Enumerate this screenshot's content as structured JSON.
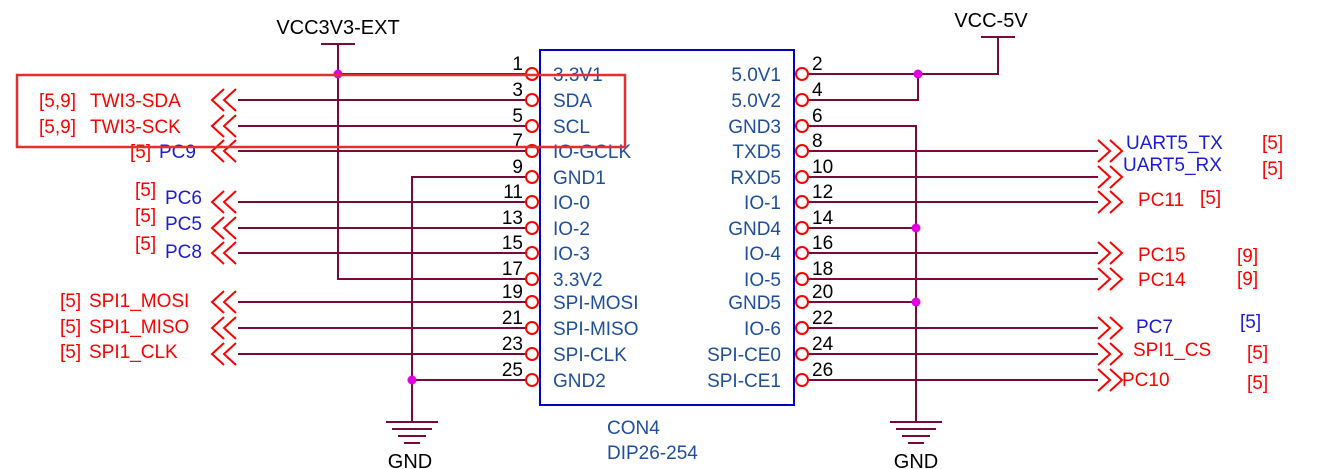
{
  "component": {
    "ref": "CON4",
    "value": "DIP26-254"
  },
  "power": {
    "vcc3v3": "VCC3V3-EXT",
    "vcc5v": "VCC-5V",
    "gnd_left": "GND",
    "gnd_right": "GND"
  },
  "left_pins": [
    {
      "num": "1",
      "name": "3.3V1"
    },
    {
      "num": "3",
      "name": "SDA"
    },
    {
      "num": "5",
      "name": "SCL"
    },
    {
      "num": "7",
      "name": "IO-GCLK"
    },
    {
      "num": "9",
      "name": "GND1"
    },
    {
      "num": "11",
      "name": "IO-0"
    },
    {
      "num": "13",
      "name": "IO-2"
    },
    {
      "num": "15",
      "name": "IO-3"
    },
    {
      "num": "17",
      "name": "3.3V2"
    },
    {
      "num": "19",
      "name": "SPI-MOSI"
    },
    {
      "num": "21",
      "name": "SPI-MISO"
    },
    {
      "num": "23",
      "name": "SPI-CLK"
    },
    {
      "num": "25",
      "name": "GND2"
    }
  ],
  "right_pins": [
    {
      "num": "2",
      "name": "5.0V1"
    },
    {
      "num": "4",
      "name": "5.0V2"
    },
    {
      "num": "6",
      "name": "GND3"
    },
    {
      "num": "8",
      "name": "TXD5"
    },
    {
      "num": "10",
      "name": "RXD5"
    },
    {
      "num": "12",
      "name": "IO-1"
    },
    {
      "num": "14",
      "name": "GND4"
    },
    {
      "num": "16",
      "name": "IO-4"
    },
    {
      "num": "18",
      "name": "IO-5"
    },
    {
      "num": "20",
      "name": "GND5"
    },
    {
      "num": "22",
      "name": "IO-6"
    },
    {
      "num": "24",
      "name": "SPI-CE0"
    },
    {
      "num": "26",
      "name": "SPI-CE1"
    }
  ],
  "left_nets": [
    {
      "ref": "[5,9]",
      "name": "TWI3-SDA",
      "name_color": "#ff0000"
    },
    {
      "ref": "[5,9]",
      "name": "TWI3-SCK",
      "name_color": "#ff0000"
    },
    {
      "ref": "[5]",
      "name": "PC9",
      "name_color": "#1c1cd6"
    },
    {
      "ref": "[5]",
      "name": "PC6",
      "name_color": "#1c1cd6"
    },
    {
      "ref": "[5]",
      "name": "PC5",
      "name_color": "#1c1cd6"
    },
    {
      "ref": "[5]",
      "name": "PC8",
      "name_color": "#1c1cd6"
    },
    {
      "ref": "[5]",
      "name": "SPI1_MOSI",
      "name_color": "#ff0000"
    },
    {
      "ref": "[5]",
      "name": "SPI1_MISO",
      "name_color": "#ff0000"
    },
    {
      "ref": "[5]",
      "name": "SPI1_CLK",
      "name_color": "#ff0000"
    }
  ],
  "right_nets": [
    {
      "name": "UART5_TX",
      "ref": "[5]",
      "name_color": "#1c1cd6"
    },
    {
      "name": "UART5_RX",
      "ref": "[5]",
      "name_color": "#1c1cd6"
    },
    {
      "name": "PC11",
      "ref": "[5]",
      "name_color": "#ff0000"
    },
    {
      "name": "PC15",
      "ref": "[9]",
      "name_color": "#ff0000"
    },
    {
      "name": "PC14",
      "ref": "[9]",
      "name_color": "#ff0000"
    },
    {
      "name": "PC7",
      "ref": "[5]",
      "name_color": "#1c1cd6"
    },
    {
      "name": "SPI1_CS",
      "ref": "[5]",
      "name_color": "#ff0000"
    },
    {
      "name": "PC10",
      "ref": "[5]",
      "name_color": "#ff0000"
    }
  ],
  "colors": {
    "wire": "#7a0a3a",
    "body": "#0000cc",
    "bubble": "#ff0000",
    "junction": "#e000e0",
    "highlight": "#e03030"
  }
}
